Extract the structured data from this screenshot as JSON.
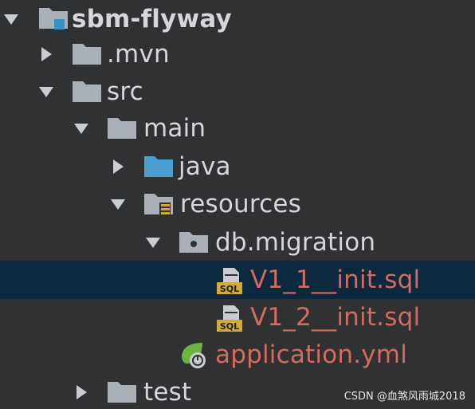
{
  "tree": {
    "root": {
      "label": "sbm-flyway",
      "icon": "module-folder-icon",
      "expanded": true
    },
    "mvn": {
      "label": ".mvn",
      "icon": "folder-icon",
      "expanded": false
    },
    "src": {
      "label": "src",
      "icon": "folder-icon",
      "expanded": true
    },
    "main": {
      "label": "main",
      "icon": "folder-icon",
      "expanded": true
    },
    "java": {
      "label": "java",
      "icon": "source-root-folder-icon",
      "expanded": false
    },
    "resources": {
      "label": "resources",
      "icon": "resources-root-folder-icon",
      "expanded": true
    },
    "db_migration": {
      "label": "db.migration",
      "icon": "package-folder-icon",
      "expanded": true
    },
    "file1": {
      "label": "V1_1__init.sql",
      "icon": "sql-file-icon",
      "selected": true
    },
    "file2": {
      "label": "V1_2__init.sql",
      "icon": "sql-file-icon"
    },
    "file3": {
      "label": "application.yml",
      "icon": "spring-boot-config-icon"
    },
    "test": {
      "label": "test",
      "icon": "folder-icon",
      "expanded": false
    }
  },
  "watermark": "CSDN @血煞风雨城2018",
  "colors": {
    "background": "#2f3133",
    "selection": "#0d293e",
    "text": "#d5d7da",
    "untracked_file_text": "#d46a60",
    "folder": "#a9b0b7",
    "source_folder": "#4a9fcf"
  }
}
